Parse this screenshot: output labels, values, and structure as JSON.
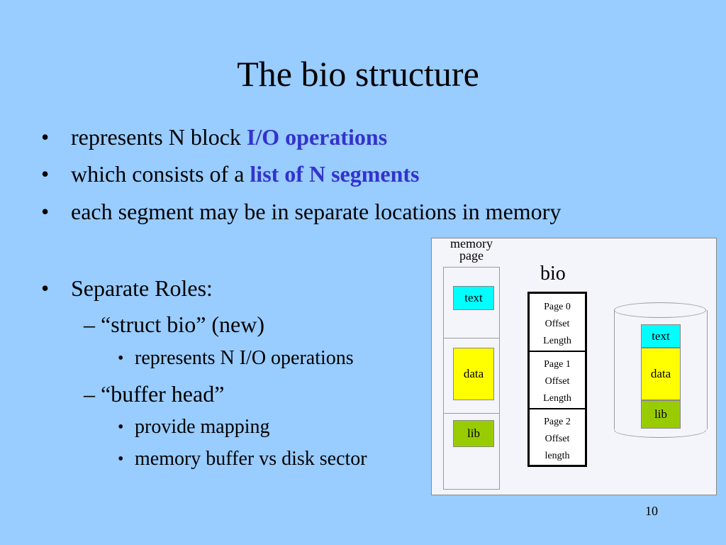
{
  "title": "The bio structure",
  "bullets": [
    {
      "dot": "•",
      "text": "represents N block ",
      "highlight": "I/O operations"
    },
    {
      "dot": "•",
      "text": "which consists of a ",
      "highlight": "list of N segments"
    },
    {
      "dot": "•",
      "text": "each segment may be in separate locations in memory"
    },
    {
      "dot": "•",
      "text": "Separate Roles:"
    }
  ],
  "roles": [
    {
      "label": "– “struct bio” (new)",
      "items": [
        "represents N I/O operations"
      ]
    },
    {
      "label": "– “buffer head”",
      "items": [
        "provide mapping",
        "memory buffer vs disk sector"
      ]
    }
  ],
  "subsub_dot": "•",
  "diagram": {
    "memory_label_line1": "memory",
    "memory_label_line2": "page",
    "bio_label": "bio",
    "memory_segments": [
      "text",
      "data",
      "lib"
    ],
    "bio_entries": [
      [
        "Page 0",
        "Offset",
        "Length"
      ],
      [
        "Page 1",
        "Offset",
        "Length"
      ],
      [
        "Page 2",
        "Offset",
        "length"
      ]
    ],
    "disk_segments": [
      "text",
      "data",
      "lib"
    ],
    "colors": {
      "text": "#00ffff",
      "data": "#ffff00",
      "lib": "#99cc00",
      "highlight": "#3333cc",
      "background": "#99ccff"
    }
  },
  "page_number": "10"
}
